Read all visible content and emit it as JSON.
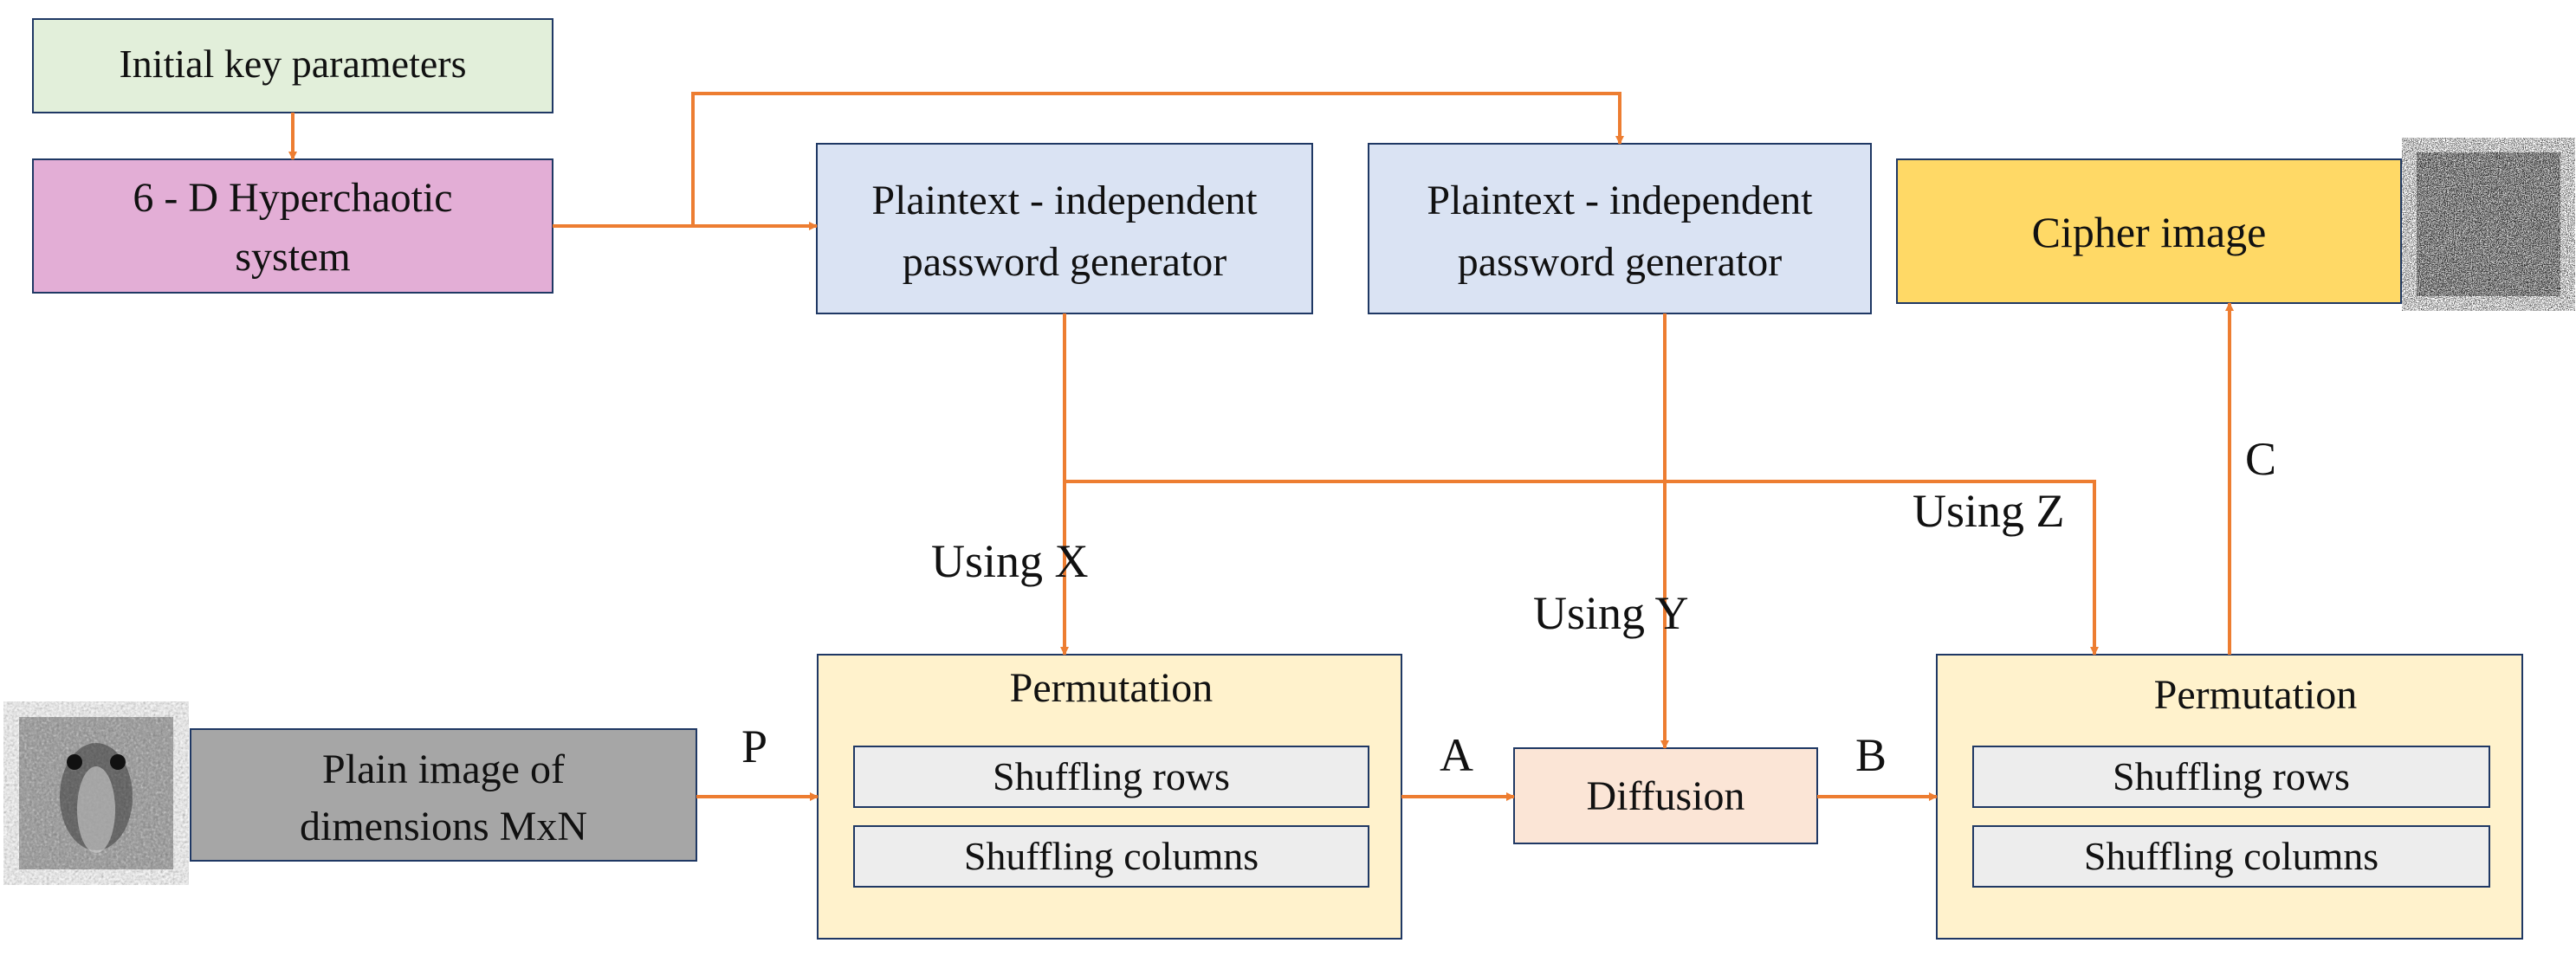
{
  "colors": {
    "arrow": "#ED7D31",
    "border": "#1F3864",
    "key_fill": "#E2EFDA",
    "chaos_fill": "#E3AED6",
    "generator_fill": "#DAE3F3",
    "cipher_fill": "#FFD966",
    "permutation_fill": "#FFF2CC",
    "diffusion_fill": "#FBE5D6",
    "plain_fill": "#A6A6A6",
    "sub_fill": "#EDEDED"
  },
  "nodes": {
    "key_params": {
      "text": "Initial key parameters"
    },
    "hyperchaotic": {
      "line1": "6 - D Hyperchaotic",
      "line2": "system"
    },
    "generator_1": {
      "line1": "Plaintext - independent",
      "line2": "password generator"
    },
    "generator_2": {
      "line1": "Plaintext - independent",
      "line2": "password generator"
    },
    "cipher": {
      "text": "Cipher image"
    },
    "plain": {
      "line1": "Plain image of",
      "line2": "dimensions MxN"
    },
    "permutation_1": {
      "title": "Permutation",
      "rows": "Shuffling rows",
      "cols": "Shuffling columns"
    },
    "diffusion": {
      "text": "Diffusion"
    },
    "permutation_2": {
      "title": "Permutation",
      "rows": "Shuffling rows",
      "cols": "Shuffling columns"
    }
  },
  "labels": {
    "using_x": "Using X",
    "using_y": "Using Y",
    "using_z": "Using Z",
    "p": "P",
    "a": "A",
    "b": "B",
    "c": "C"
  },
  "images": {
    "plain_thumbnail": "baboon-grayscale-image",
    "cipher_thumbnail": "noise-image"
  }
}
